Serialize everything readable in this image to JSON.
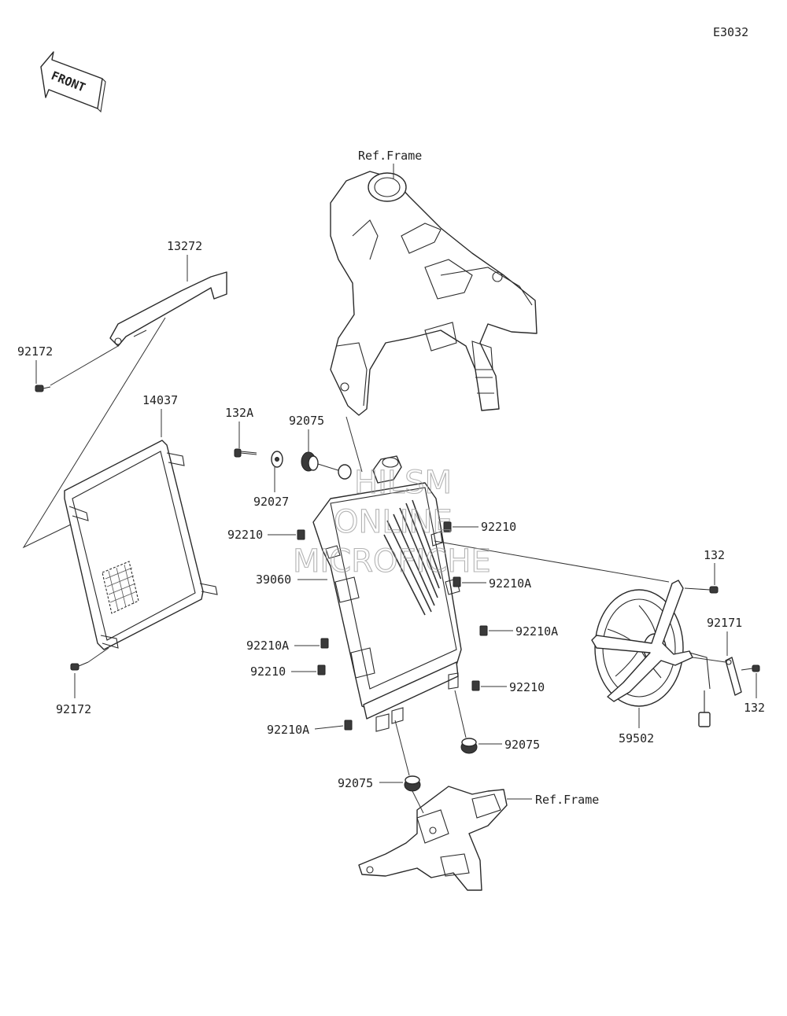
{
  "diagram_code": "E3032",
  "front_label": "FRONT",
  "watermark": {
    "line1": "HILSM",
    "line2": "ONLINE",
    "line3": "MICROFICHE"
  },
  "labels": {
    "ref_frame_top": "Ref.Frame",
    "ref_frame_bottom": "Ref.Frame",
    "p13272": "13272",
    "p92172_top": "92172",
    "p14037": "14037",
    "p92172_bottom": "92172",
    "p132A": "132A",
    "p92075_top": "92075",
    "p92027": "92027",
    "p92210_left1": "92210",
    "p39060": "39060",
    "p92210A_left1": "92210A",
    "p92210_left2": "92210",
    "p92210A_left2": "92210A",
    "p92210_right1": "92210",
    "p92210A_right1": "92210A",
    "p92210A_right2": "92210A",
    "p92210_right2": "92210",
    "p92075_right": "92075",
    "p92075_left": "92075",
    "p132_top": "132",
    "p92171": "92171",
    "p132_bottom": "132",
    "p59502": "59502"
  }
}
